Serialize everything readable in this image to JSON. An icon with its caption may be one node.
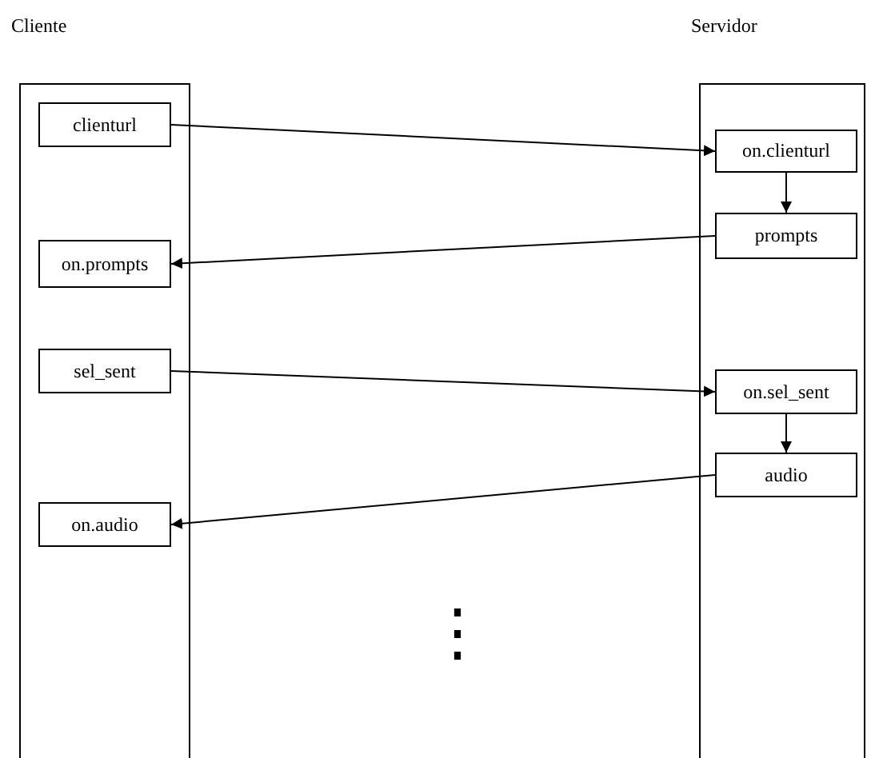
{
  "diagram": {
    "nodes": [
      {
        "text": [
          "Cliente"
        ]
      },
      {
        "text": [
          "clienturl"
        ],
        "in": 0
      },
      {
        "text": [
          "on.prompts"
        ],
        "in": 0
      },
      {
        "text": [
          "sel_sent"
        ],
        "in": 0
      },
      {
        "text": [
          "on.audio"
        ],
        "in": 0
      },
      {
        "text": [
          "Servidor"
        ]
      },
      {
        "text": [
          "on.clienturl"
        ],
        "in": 5
      },
      {
        "text": [
          "prompts"
        ],
        "in": 5
      },
      {
        "text": [
          "on.sel_sent"
        ],
        "in": 5
      },
      {
        "text": [
          "audio"
        ],
        "in": 5
      }
    ],
    "edges": [
      {
        "from": 1,
        "to": 6,
        "arrow": "to"
      },
      {
        "from": 6,
        "to": 7,
        "arrow": "to"
      },
      {
        "from": 7,
        "to": 2,
        "arrow": "to"
      },
      {
        "from": 3,
        "to": 8,
        "arrow": "to"
      },
      {
        "from": 8,
        "to": 9,
        "arrow": "to"
      },
      {
        "from": 9,
        "to": 4,
        "arrow": "to"
      }
    ],
    "labels": [
      "⋮"
    ]
  }
}
